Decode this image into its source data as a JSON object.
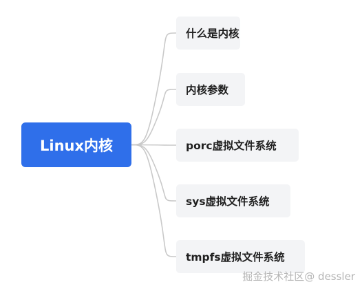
{
  "root": {
    "label": "Linux内核",
    "color": "#2f6fea"
  },
  "children": [
    {
      "label": "什么是内核"
    },
    {
      "label": "内核参数"
    },
    {
      "label": "porc虚拟文件系统"
    },
    {
      "label": "sys虚拟文件系统"
    },
    {
      "label": "tmpfs虚拟文件系统"
    }
  ],
  "connector_color": "#c9c9c9",
  "watermark": "掘金技术社区@ dessler"
}
